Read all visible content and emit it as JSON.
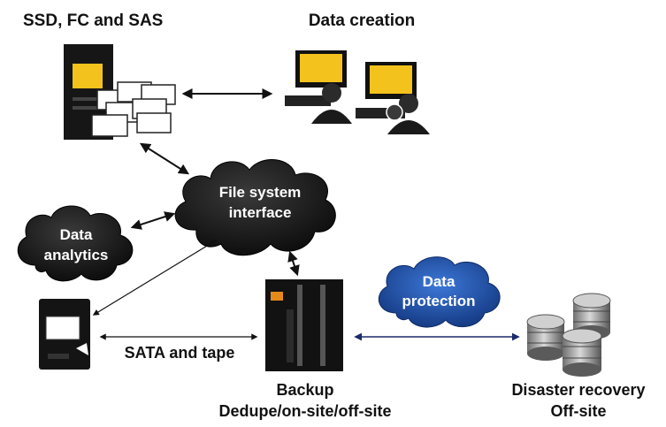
{
  "nodes": {
    "storage_tier1": {
      "label": "SSD, FC and SAS"
    },
    "data_creation": {
      "label": "Data creation"
    },
    "file_system": {
      "line1": "File system",
      "line2": "interface"
    },
    "data_analytics": {
      "line1": "Data",
      "line2": "analytics"
    },
    "sata_tape": {
      "label": "SATA and tape"
    },
    "backup": {
      "line1": "Backup",
      "line2": "Dedupe/on-site/off-site"
    },
    "data_protection": {
      "line1": "Data",
      "line2": "protection"
    },
    "disaster_recovery": {
      "line1": "Disaster recovery",
      "line2": "Off-site"
    }
  },
  "colors": {
    "cloud_dark": "#151515",
    "cloud_blue": "#1f4ea3",
    "arrow_dark": "#111111",
    "arrow_navy": "#1b2a6b",
    "monitor_yellow": "#f4c21c"
  }
}
